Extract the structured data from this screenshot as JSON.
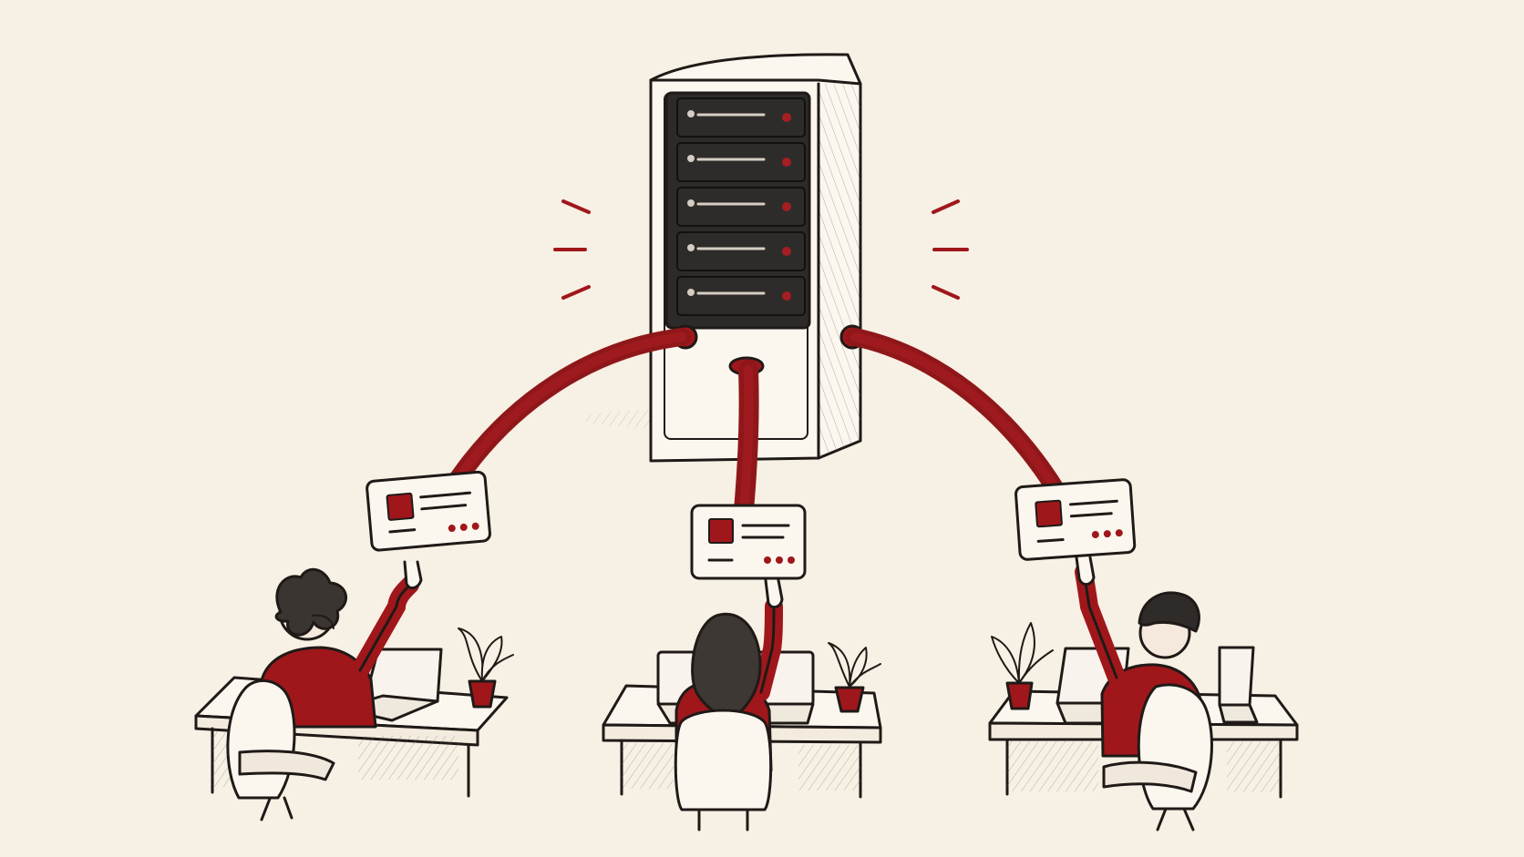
{
  "colors": {
    "background": "#f7f0e4",
    "accent": "#9f171b",
    "ink": "#1f1a17",
    "paper": "#fbf7ef",
    "shade": "#e9e0d2",
    "bay": "#2d2b29"
  },
  "server": {
    "icon": "server-rack-icon",
    "bays": 5
  },
  "cables": {
    "icon": "network-cable-icon",
    "count": 3
  },
  "clients": [
    {
      "icon": "person-at-desk-icon",
      "figure": "curly-haired-person",
      "panel_icon": "ui-panel-icon"
    },
    {
      "icon": "person-at-desk-icon",
      "figure": "long-haired-person",
      "panel_icon": "ui-panel-icon"
    },
    {
      "icon": "person-at-desk-icon",
      "figure": "short-haired-person",
      "panel_icon": "ui-panel-icon"
    }
  ],
  "decor": {
    "plant_icon": "potted-plant-icon",
    "laptop_icon": "laptop-icon",
    "chair_icon": "office-chair-icon"
  }
}
